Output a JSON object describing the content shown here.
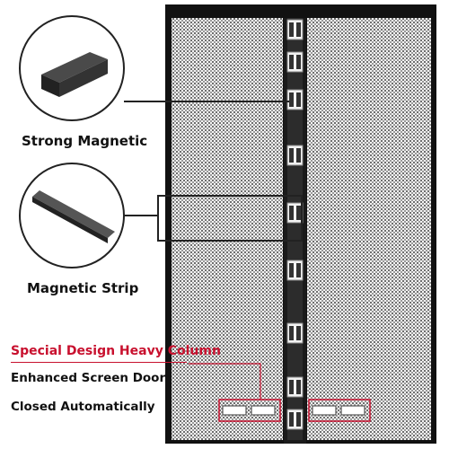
{
  "labels": {
    "strong_magnetic": "Strong Magnetic",
    "magnetic_strip": "Magnetic Strip",
    "special_design": "Special Design Heavy Column",
    "enhanced": "Enhanced Screen Door",
    "closed": "Closed Automatically"
  },
  "colors": {
    "accent": "#c8102e",
    "frame": "#111111",
    "mesh": "#e3e3e3",
    "strip": "#555555"
  }
}
